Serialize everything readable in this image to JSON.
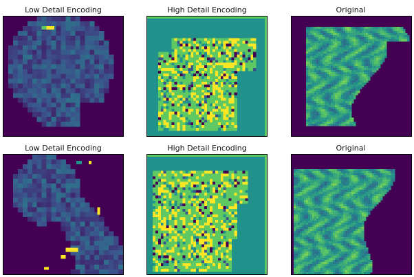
{
  "figure": {
    "rows": [
      {
        "panels": [
          {
            "title": "Low Detail Encoding",
            "kind": "low"
          },
          {
            "title": "High Detail Encoding",
            "kind": "high"
          },
          {
            "title": "Original",
            "kind": "original"
          }
        ]
      },
      {
        "panels": [
          {
            "title": "Low Detail Encoding",
            "kind": "low"
          },
          {
            "title": "High Detail Encoding",
            "kind": "high"
          },
          {
            "title": "Original",
            "kind": "original"
          }
        ]
      }
    ]
  },
  "colormap": {
    "name": "viridis",
    "stops": [
      "#440154",
      "#3b528b",
      "#21918c",
      "#5ec962",
      "#fde725"
    ]
  }
}
